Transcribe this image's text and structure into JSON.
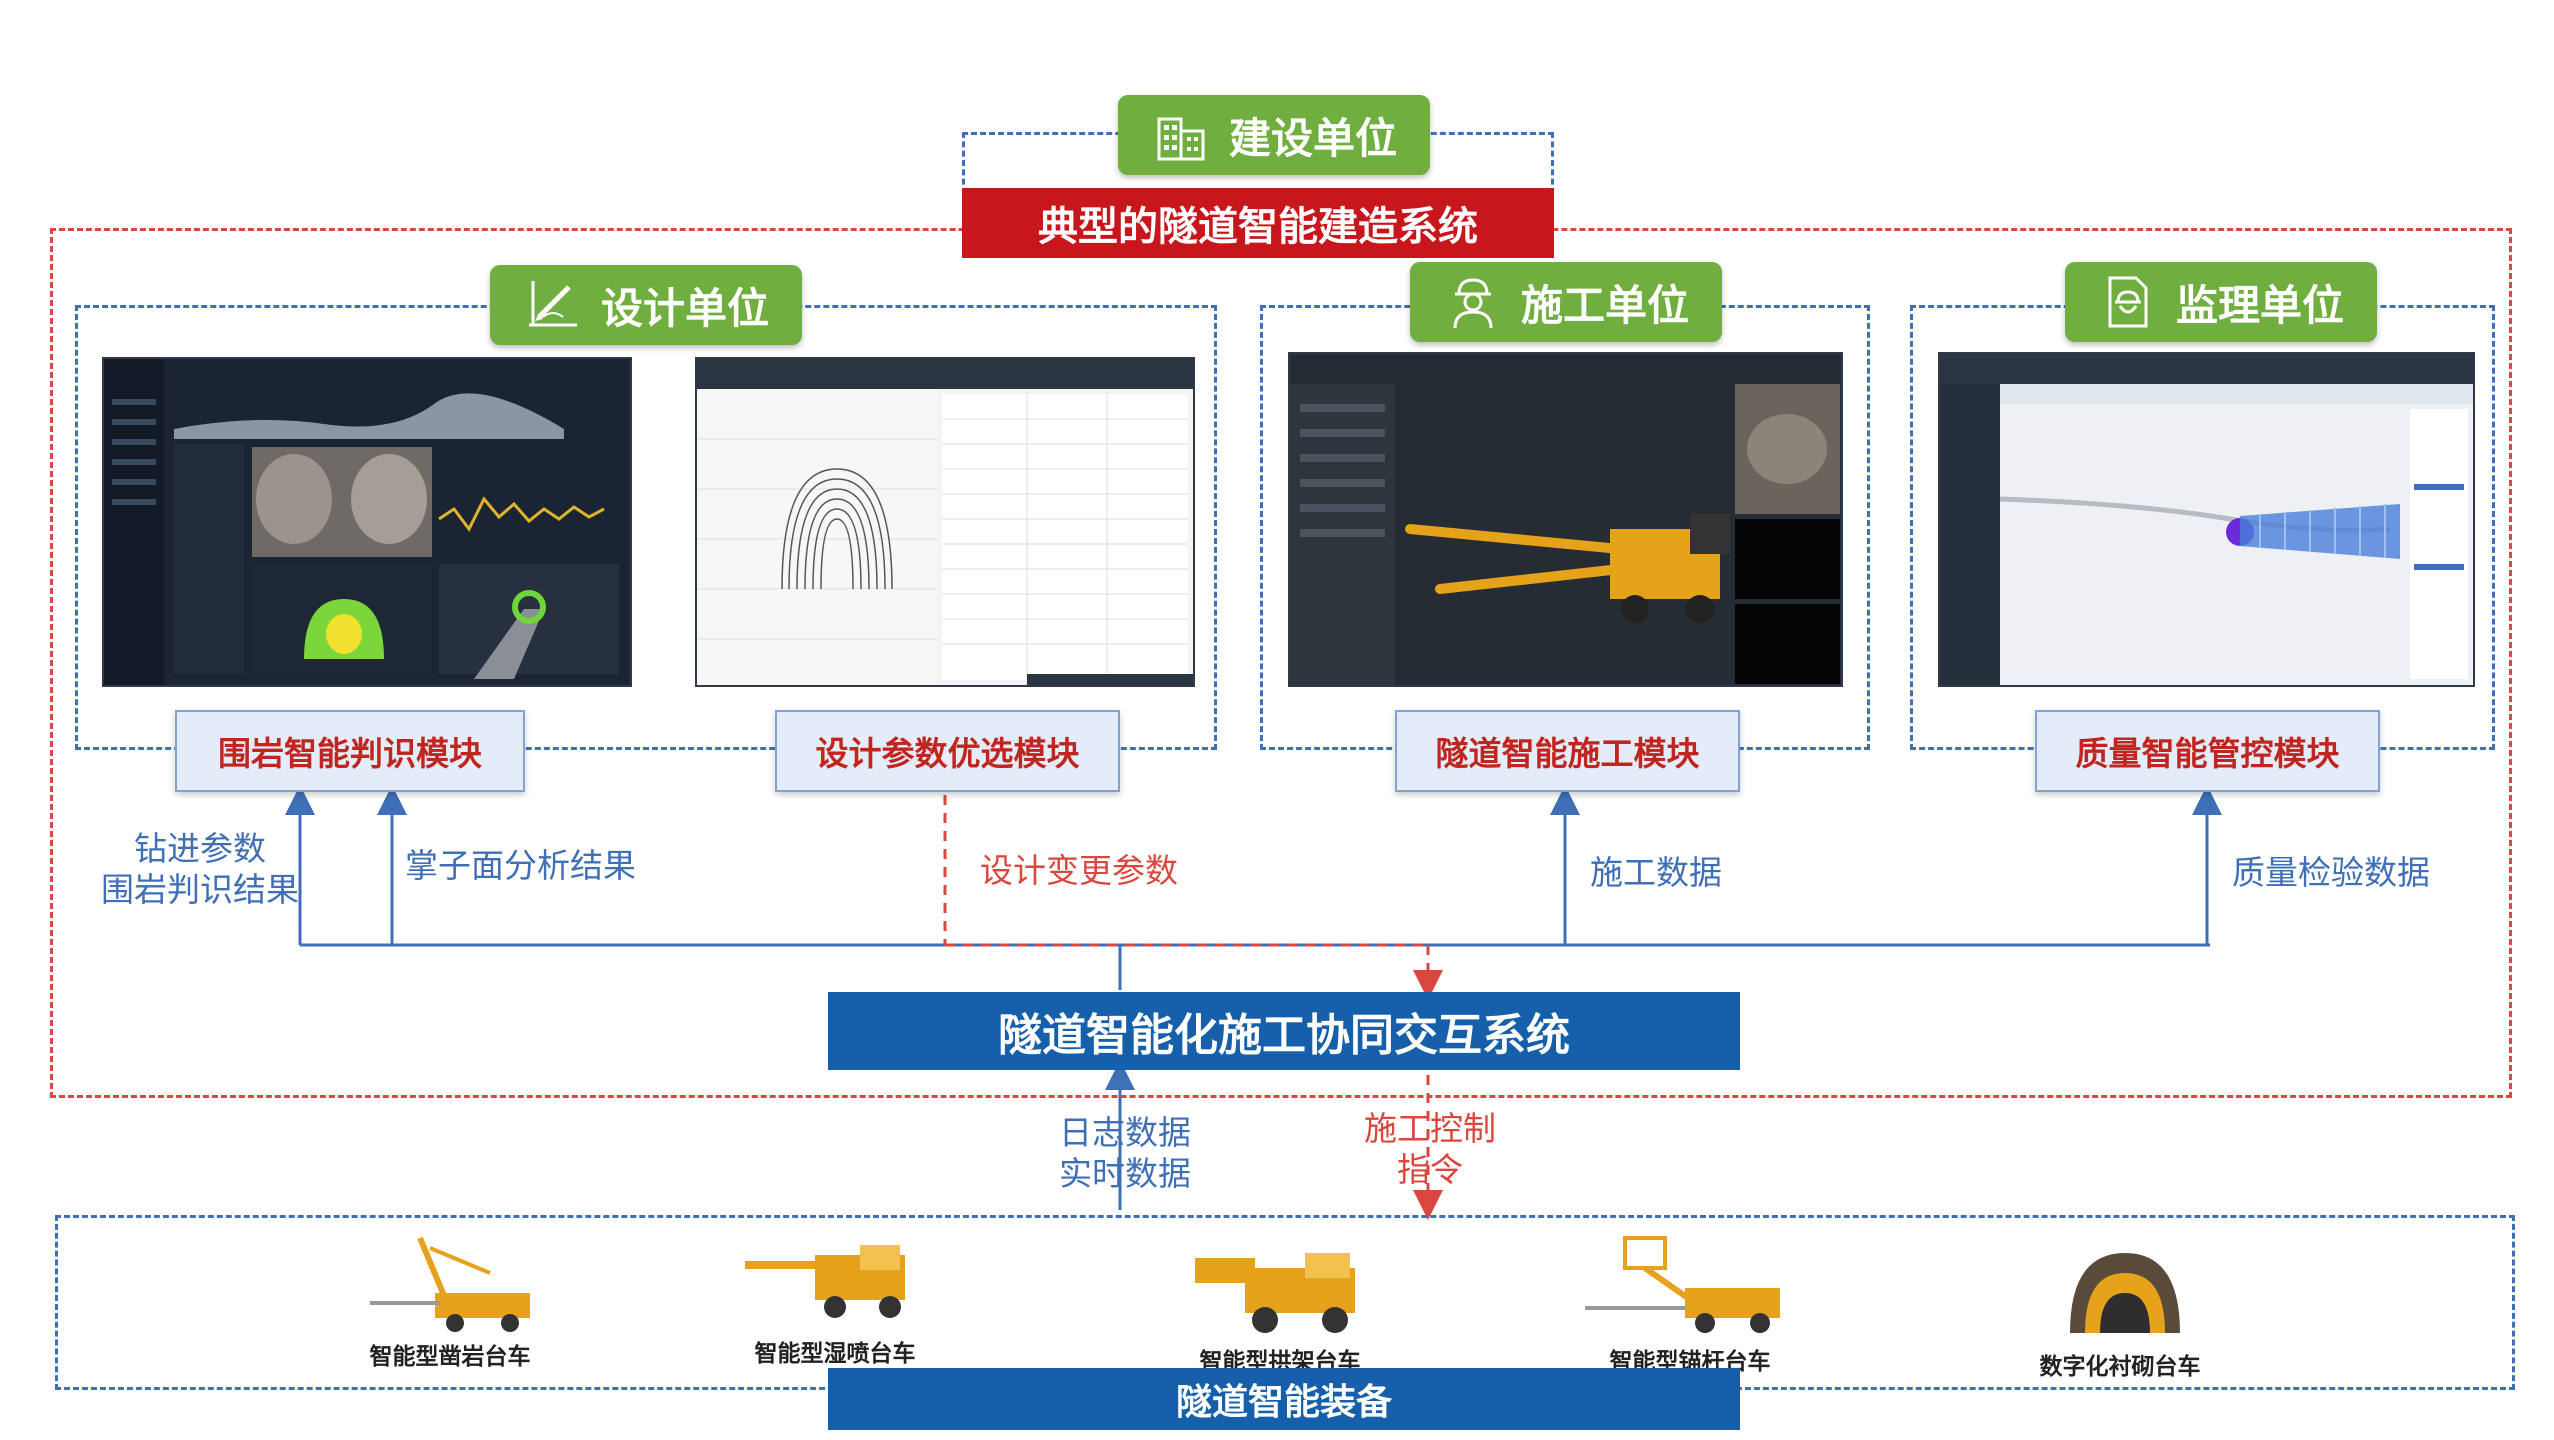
{
  "owner_unit": {
    "label": "建设单位",
    "icon": "building-icon"
  },
  "system_title": "典型的隧道智能建造系统",
  "units": [
    {
      "label": "设计单位",
      "icon": "design-pen-icon"
    },
    {
      "label": "施工单位",
      "icon": "worker-icon"
    },
    {
      "label": "监理单位",
      "icon": "inspector-icon"
    }
  ],
  "modules": [
    "围岩智能判识模块",
    "设计参数优选模块",
    "隧道智能施工模块",
    "质量智能管控模块"
  ],
  "flows": {
    "drill_params": "钻进参数",
    "rock_result": "围岩判识结果",
    "face_analysis": "掌子面分析结果",
    "design_change": "设计变更参数",
    "construction_data": "施工数据",
    "quality_data": "质量检验数据",
    "log_data": "日志数据",
    "realtime_data": "实时数据",
    "control_cmd_1": "施工控制",
    "control_cmd_2": "指令"
  },
  "collab_system": "隧道智能化施工协同交互系统",
  "equipment": [
    {
      "label": "智能型凿岩台车"
    },
    {
      "label": "智能型湿喷台车"
    },
    {
      "label": "智能型拱架台车"
    },
    {
      "label": "智能型锚杆台车"
    },
    {
      "label": "数字化衬砌台车"
    }
  ],
  "equipment_title": "隧道智能装备",
  "colors": {
    "red_dash": "#d9473e",
    "blue_dash": "#3f6fb6",
    "green": "#6fae3f",
    "red_bar": "#c8161d",
    "blue_bar": "#1660ab",
    "module_text": "#c0261f",
    "equipment_orange": "#e6a21a"
  }
}
